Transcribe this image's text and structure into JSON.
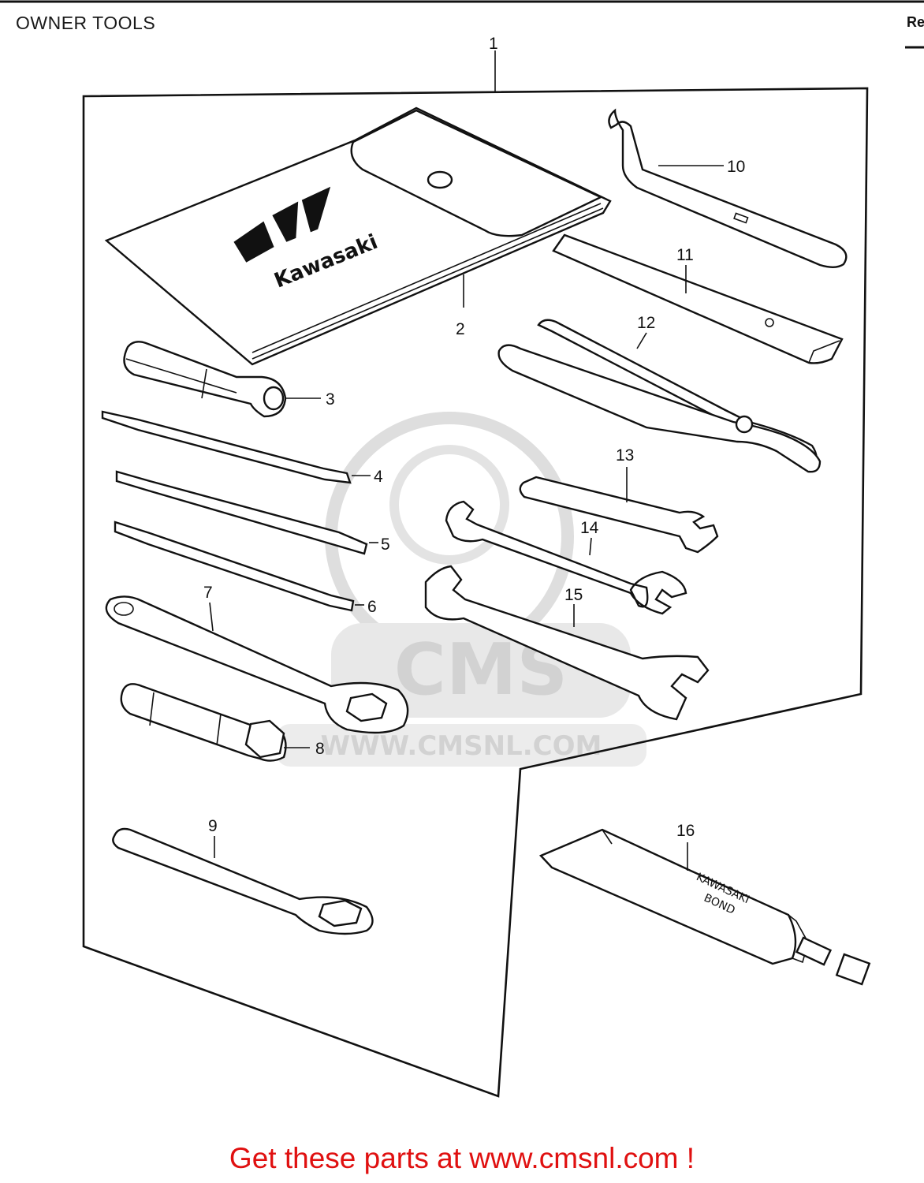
{
  "header": {
    "title": "OWNER TOOLS",
    "corner_text": "Re"
  },
  "diagram": {
    "pouch_brand": "Kawasaki",
    "tube_label_line1": "KAWASAKI",
    "tube_label_line2": "BOND",
    "watermark": {
      "logo_text": "CMS",
      "url_text": "WWW.CMSNL.COM"
    },
    "callouts": [
      {
        "id": "1",
        "label": "1"
      },
      {
        "id": "2",
        "label": "2"
      },
      {
        "id": "3",
        "label": "3"
      },
      {
        "id": "4",
        "label": "4"
      },
      {
        "id": "5",
        "label": "5"
      },
      {
        "id": "6",
        "label": "6"
      },
      {
        "id": "7",
        "label": "7"
      },
      {
        "id": "8",
        "label": "8"
      },
      {
        "id": "9",
        "label": "9"
      },
      {
        "id": "10",
        "label": "10"
      },
      {
        "id": "11",
        "label": "11"
      },
      {
        "id": "12",
        "label": "12"
      },
      {
        "id": "13",
        "label": "13"
      },
      {
        "id": "14",
        "label": "14"
      },
      {
        "id": "15",
        "label": "15"
      },
      {
        "id": "16",
        "label": "16"
      }
    ]
  },
  "footer": {
    "cta": "Get these parts at www.cmsnl.com !"
  }
}
